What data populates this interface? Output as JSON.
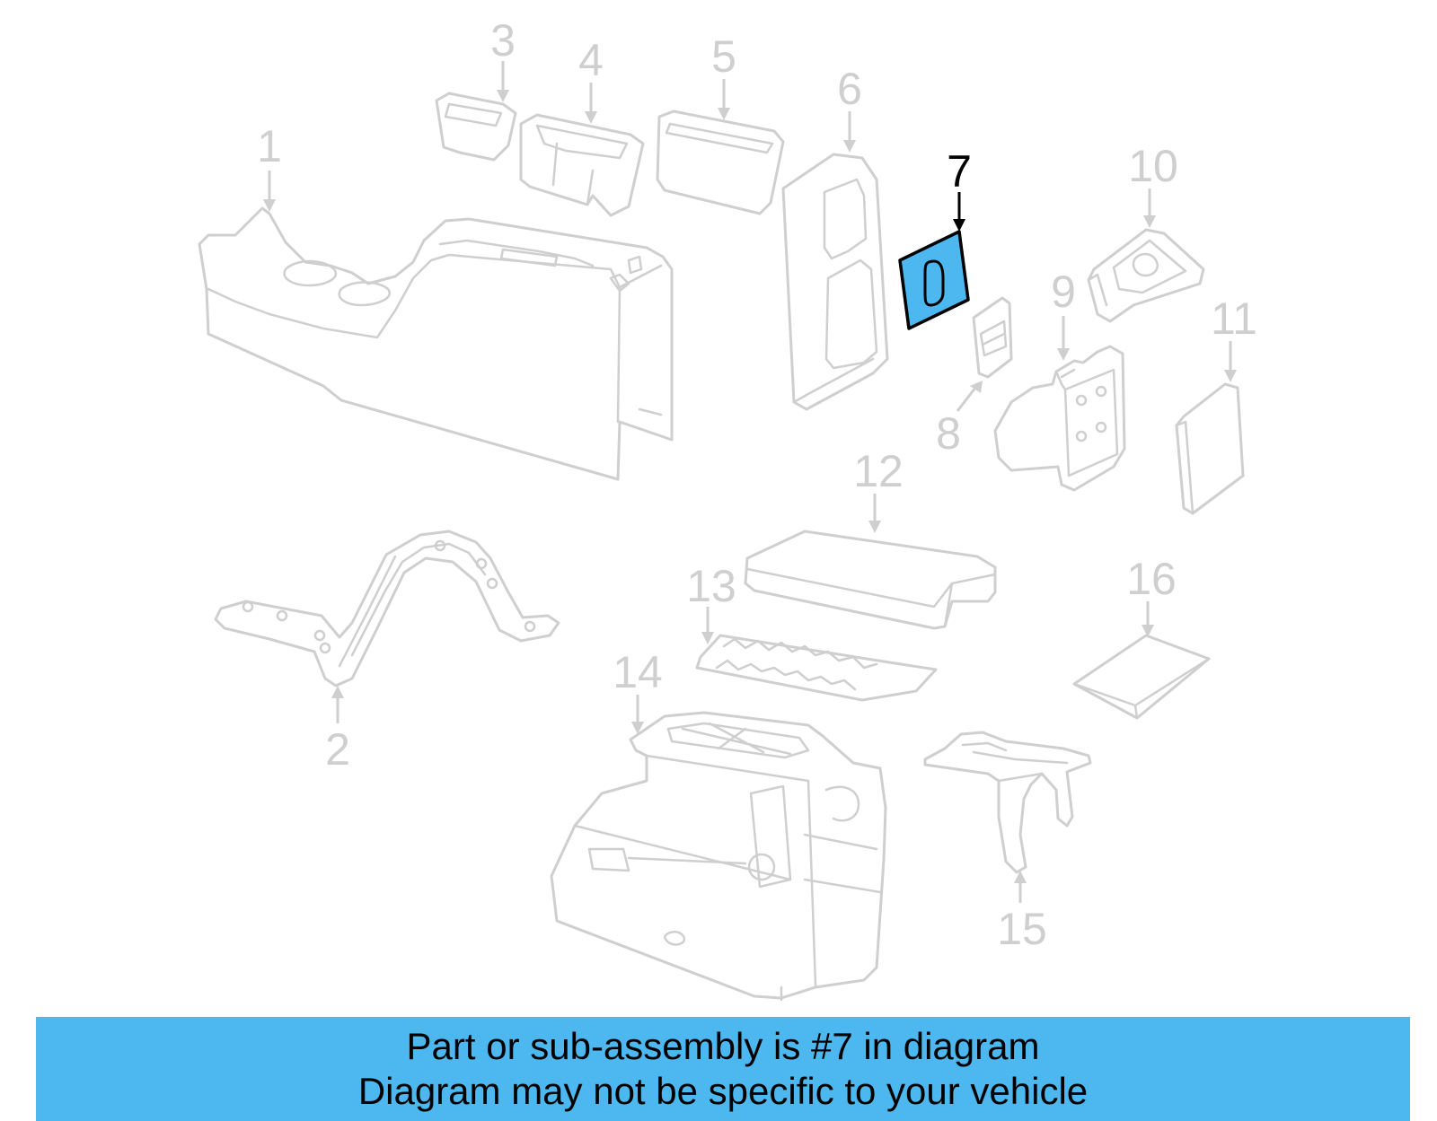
{
  "diagram": {
    "highlight_color": "#4db8f0",
    "line_color": "#cfcfcf",
    "selected_callout": "7",
    "callouts": [
      "1",
      "2",
      "3",
      "4",
      "5",
      "6",
      "7",
      "8",
      "9",
      "10",
      "11",
      "12",
      "13",
      "14",
      "15",
      "16"
    ]
  },
  "banner": {
    "line1": "Part or sub-assembly is #7 in diagram",
    "line2": "Diagram may not be specific to your vehicle",
    "background": "#4db8f0"
  }
}
